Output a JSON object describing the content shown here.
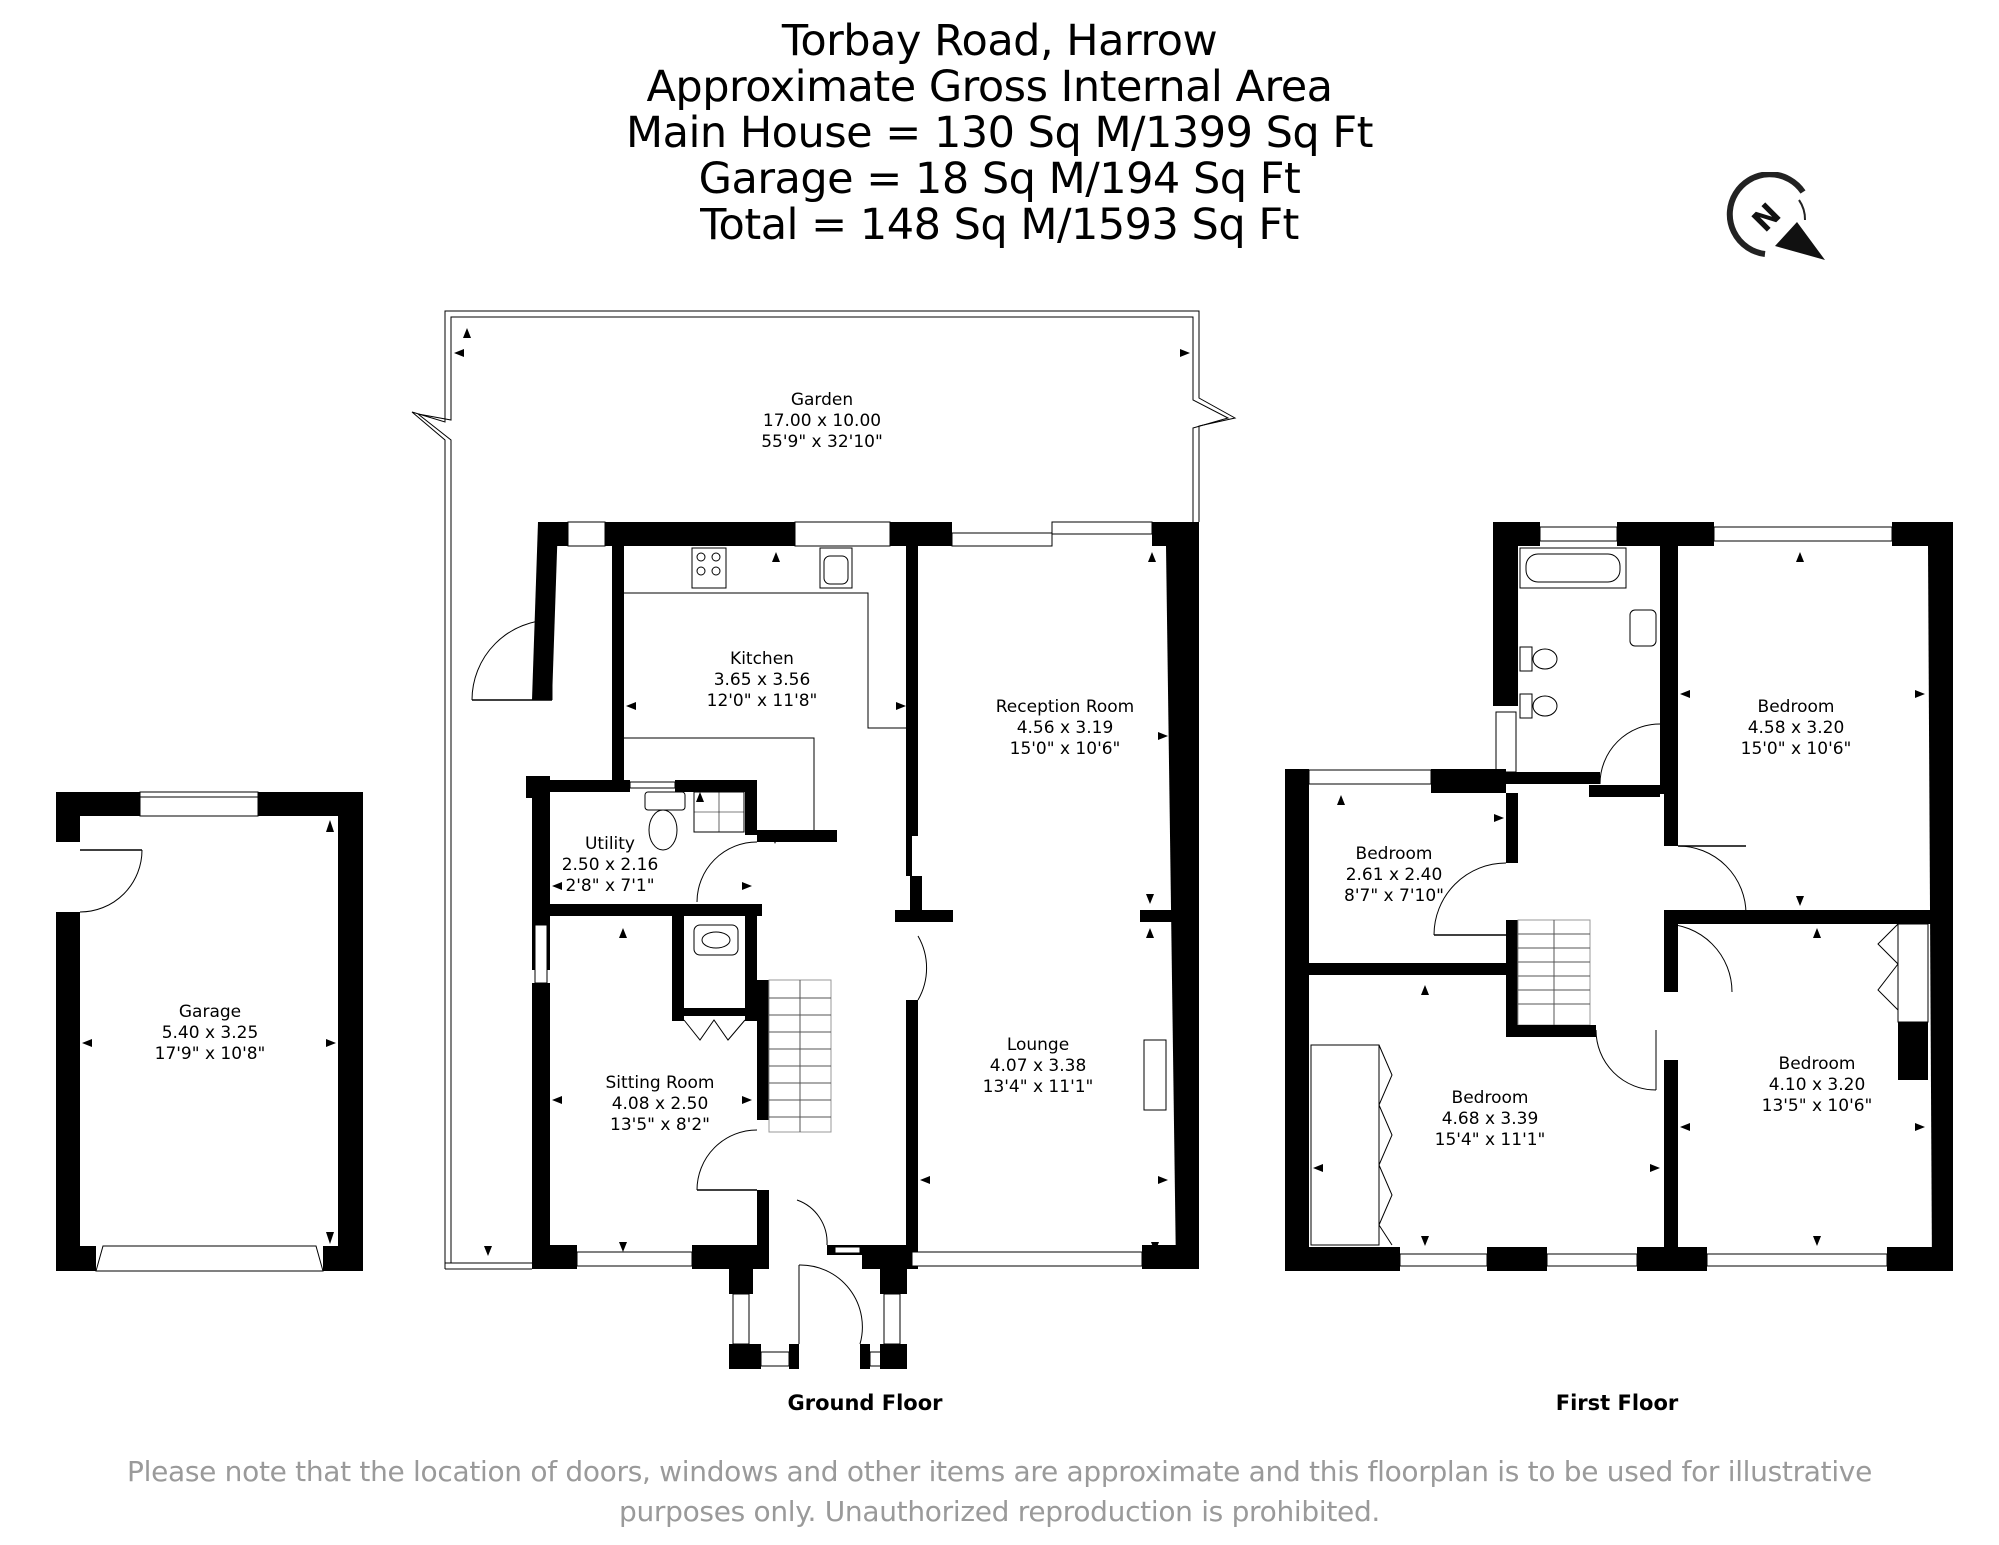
{
  "header": {
    "title": "Torbay Road, Harrow",
    "subtitle": "Approximate Gross Internal Area",
    "main_house": "Main House = 130 Sq M/1399 Sq Ft",
    "garage": "Garage = 18 Sq M/194 Sq Ft",
    "total": "Total = 148 Sq M/1593 Sq Ft"
  },
  "compass": {
    "icon": "north-compass-icon",
    "letter": "N"
  },
  "garage_building": {
    "rooms": [
      {
        "name": "Garage",
        "metric": "5.40 x 3.25",
        "imperial": "17'9\" x 10'8\""
      }
    ]
  },
  "ground_floor": {
    "label": "Ground Floor",
    "rooms": {
      "garden": {
        "name": "Garden",
        "metric": "17.00 x 10.00",
        "imperial": "55'9\" x 32'10\""
      },
      "kitchen": {
        "name": "Kitchen",
        "metric": "3.65 x 3.56",
        "imperial": "12'0\" x 11'8\""
      },
      "reception": {
        "name": "Reception Room",
        "metric": "4.56 x 3.19",
        "imperial": "15'0\" x 10'6\""
      },
      "utility": {
        "name": "Utility",
        "metric": "2.50 x 2.16",
        "imperial": "2'8\" x 7'1\""
      },
      "sitting": {
        "name": "Sitting Room",
        "metric": "4.08 x 2.50",
        "imperial": "13'5\" x 8'2\""
      },
      "lounge": {
        "name": "Lounge",
        "metric": "4.07 x 3.38",
        "imperial": "13'4\" x 11'1\""
      }
    }
  },
  "first_floor": {
    "label": "First Floor",
    "rooms": {
      "bedroom_ne": {
        "name": "Bedroom",
        "metric": "4.58 x 3.20",
        "imperial": "15'0\" x 10'6\""
      },
      "bedroom_small": {
        "name": "Bedroom",
        "metric": "2.61 x 2.40",
        "imperial": "8'7\" x 7'10\""
      },
      "bedroom_sw": {
        "name": "Bedroom",
        "metric": "4.68 x 3.39",
        "imperial": "15'4\" x 11'1\""
      },
      "bedroom_se": {
        "name": "Bedroom",
        "metric": "4.10 x 3.20",
        "imperial": "13'5\" x 10'6\""
      }
    }
  },
  "disclaimer": {
    "line1": "Please note that the location of doors, windows and other items are approximate and this floorplan is to be used for illustrative",
    "line2": "purposes only. Unauthorized reproduction is prohibited."
  },
  "colors": {
    "wall": "#000000",
    "text": "#000000",
    "disclaimer": "#9a9a9a",
    "background": "#ffffff"
  }
}
